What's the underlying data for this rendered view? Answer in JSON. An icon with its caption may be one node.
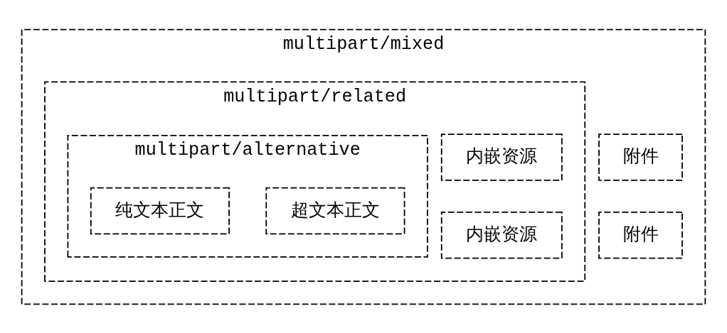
{
  "diagram": {
    "nodes": [
      {
        "text": [
          "multipart/mixed"
        ]
      },
      {
        "text": [
          "multipart/related"
        ],
        "in": 0
      },
      {
        "text": [
          "multipart/alternative"
        ],
        "in": 1
      },
      {
        "text": [
          "纯文本正文"
        ],
        "in": 2
      },
      {
        "text": [
          "超文本正文"
        ],
        "in": 2
      },
      {
        "text": [
          "内嵌资源"
        ],
        "in": 1
      },
      {
        "text": [
          "内嵌资源"
        ],
        "in": 1
      },
      {
        "text": [
          "附件"
        ],
        "in": 0
      },
      {
        "text": [
          "附件"
        ],
        "in": 0
      }
    ]
  }
}
